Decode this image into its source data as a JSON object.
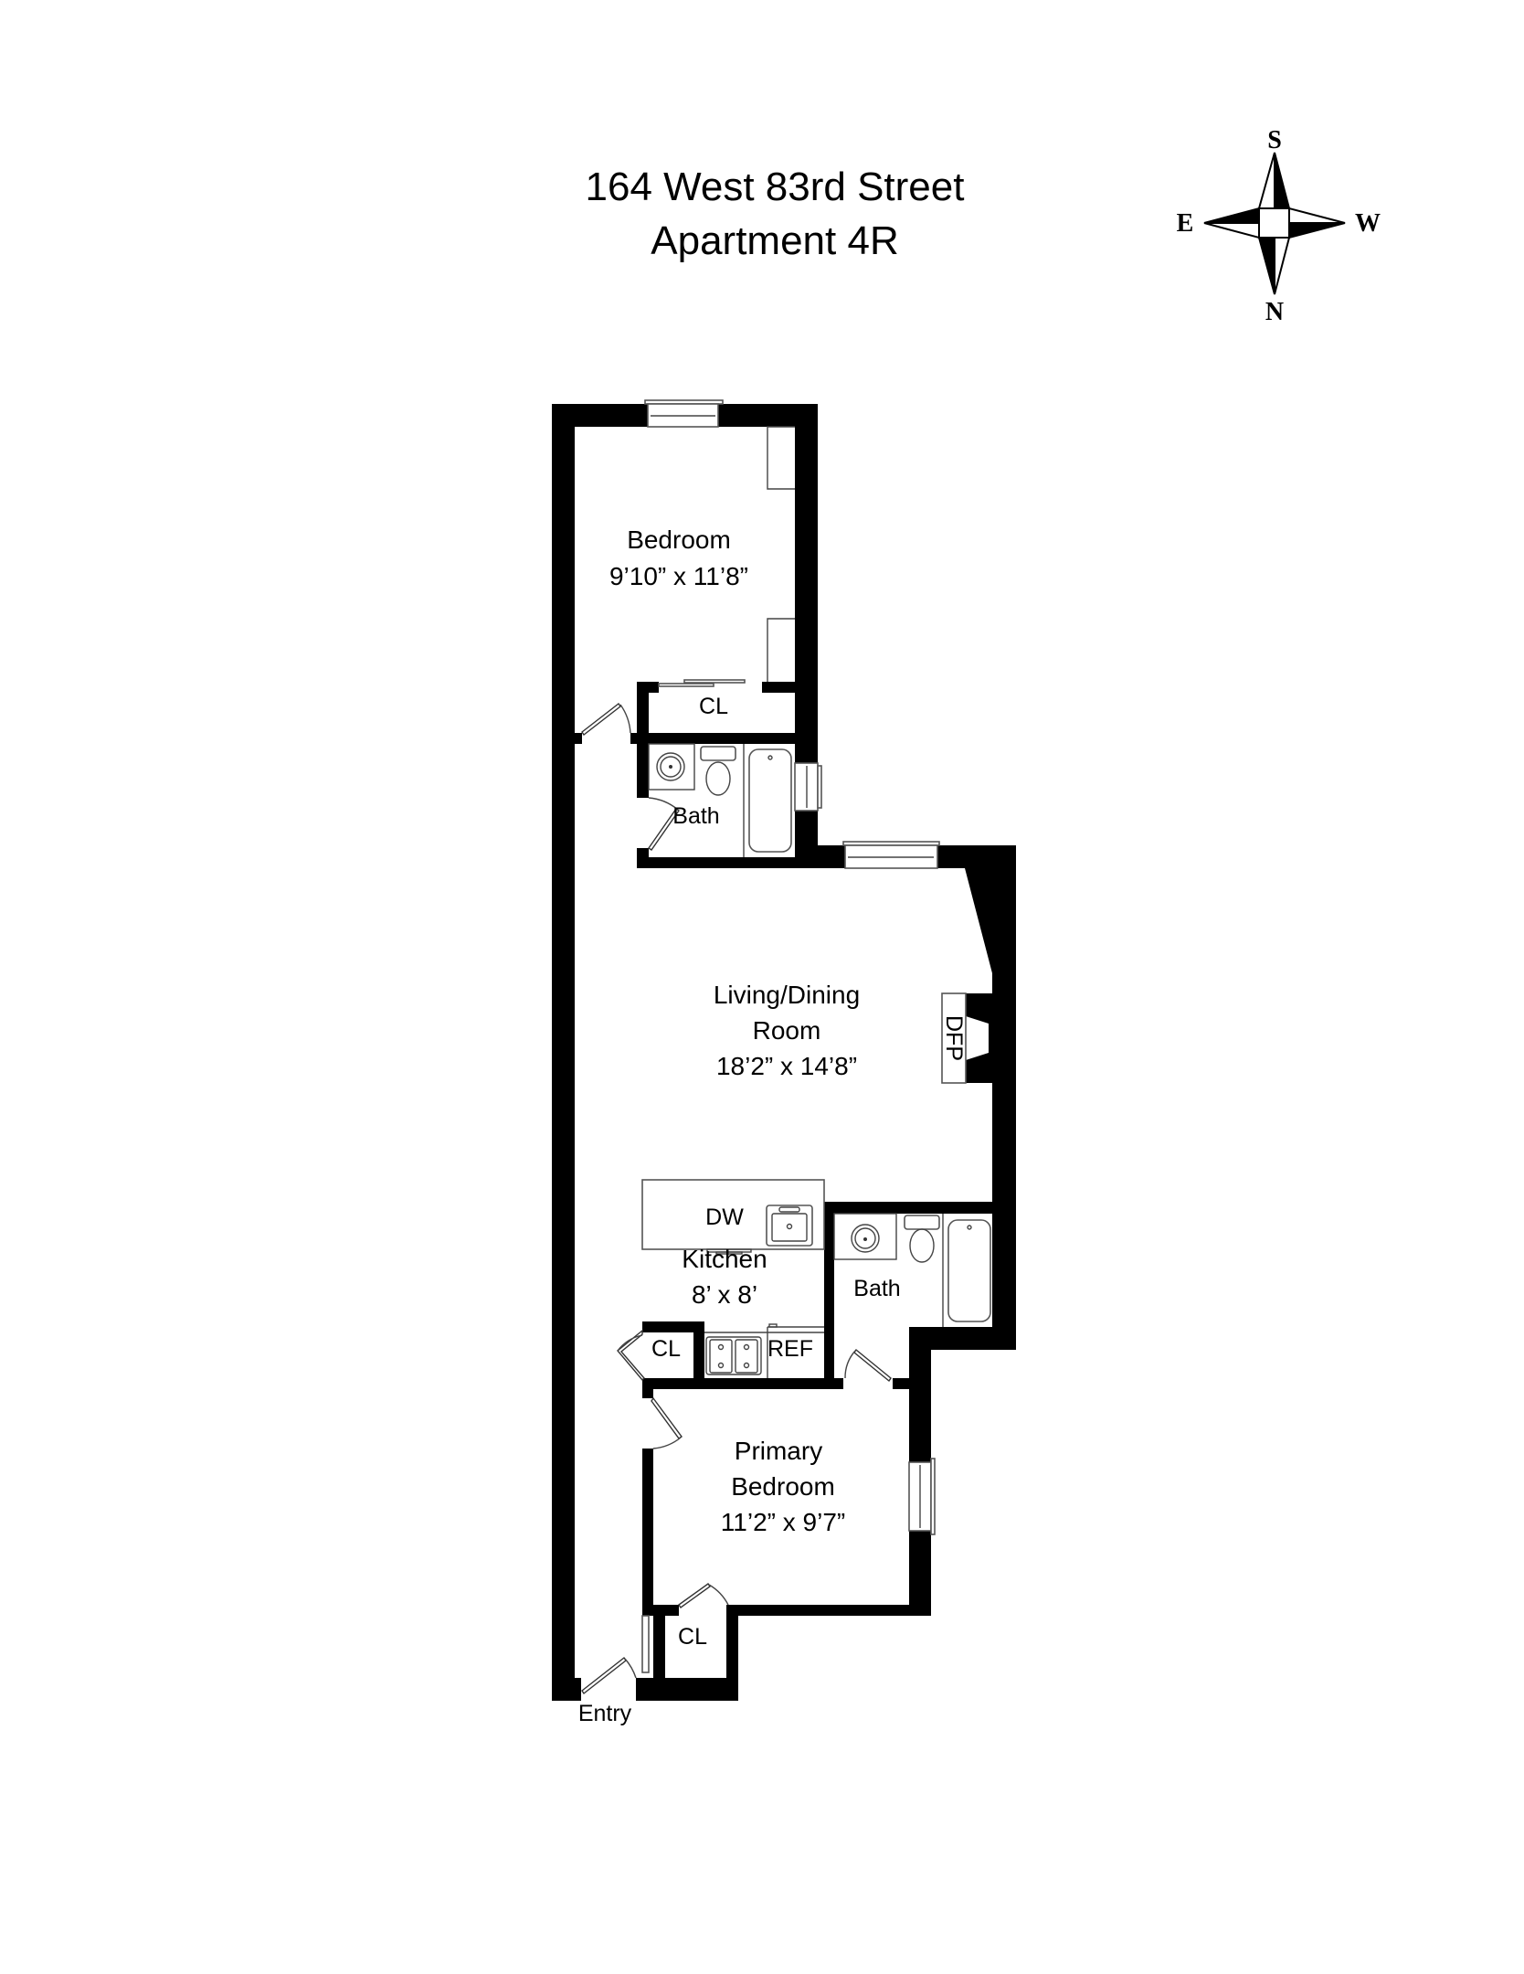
{
  "header": {
    "address_line1": "164 West 83rd Street",
    "address_line2": "Apartment 4R"
  },
  "compass": {
    "top": "S",
    "left": "E",
    "right": "W",
    "bottom": "N"
  },
  "rooms": {
    "bedroom": {
      "name": "Bedroom",
      "dims": "9’10” x 11’8”"
    },
    "bedroom_closet": {
      "name": "CL"
    },
    "bath_upper": {
      "name": "Bath"
    },
    "living": {
      "name_line1": "Living/Dining",
      "name_line2": "Room",
      "dims": "18’2” x 14’8”"
    },
    "fireplace": {
      "name": "DFP"
    },
    "kitchen": {
      "name": "Kitchen",
      "dims": "8’ x 8’",
      "dishwasher": "DW",
      "refrigerator": "REF"
    },
    "kitchen_closet": {
      "name": "CL"
    },
    "bath_lower": {
      "name": "Bath"
    },
    "primary_bedroom": {
      "name_line1": "Primary",
      "name_line2": "Bedroom",
      "dims": "11’2” x 9’7”"
    },
    "primary_closet": {
      "name": "CL"
    },
    "entry": {
      "name": "Entry"
    }
  },
  "colors": {
    "wall": "#000000",
    "background": "#ffffff",
    "fixture_line": "#555555"
  }
}
